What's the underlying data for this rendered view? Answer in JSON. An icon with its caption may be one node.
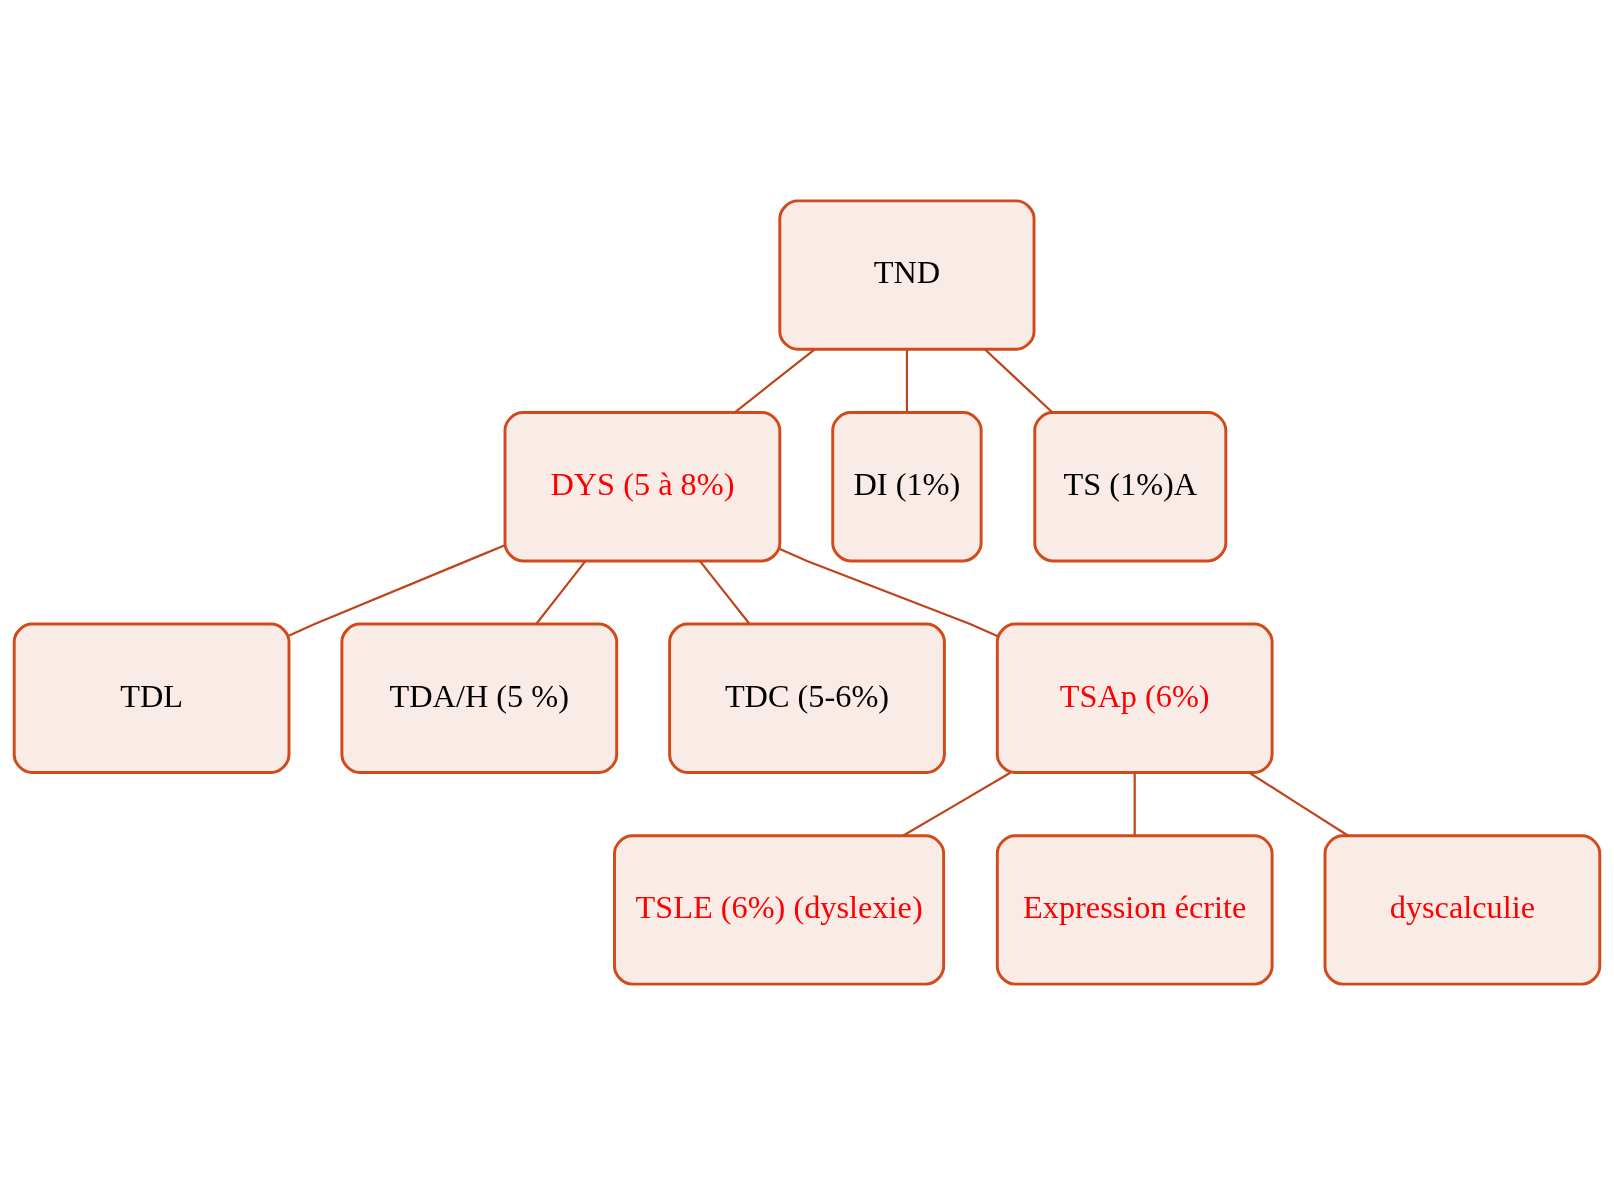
{
  "diagram": {
    "nodes": [
      {
        "text": [
          "TND"
        ]
      },
      {
        "text": [
          "DYS (5 à 8%)"
        ]
      },
      {
        "text": [
          "DI (1%)"
        ]
      },
      {
        "text": [
          "TS (1%)A"
        ]
      },
      {
        "text": [
          "TDL"
        ]
      },
      {
        "text": [
          "TDA/H (5 %)"
        ]
      },
      {
        "text": [
          "TDC (5-6%)"
        ]
      },
      {
        "text": [
          "TSAp (6%)"
        ]
      },
      {
        "text": [
          "TSLE (6%) (dyslexie)"
        ]
      },
      {
        "text": [
          "Expression écrite"
        ]
      },
      {
        "text": [
          "dyscalculie"
        ]
      }
    ],
    "edges": [
      {
        "from": 0,
        "to": 1,
        "arrow": "none"
      },
      {
        "from": 0,
        "to": 2,
        "arrow": "none"
      },
      {
        "from": 0,
        "to": 3,
        "arrow": "none"
      },
      {
        "from": 1,
        "to": 4,
        "arrow": "none"
      },
      {
        "from": 1,
        "to": 5,
        "arrow": "none"
      },
      {
        "from": 1,
        "to": 6,
        "arrow": "none"
      },
      {
        "from": 1,
        "to": 7,
        "arrow": "none"
      },
      {
        "from": 7,
        "to": 8,
        "arrow": "none"
      },
      {
        "from": 7,
        "to": 9,
        "arrow": "none"
      },
      {
        "from": 7,
        "to": 10,
        "arrow": "none"
      }
    ]
  }
}
